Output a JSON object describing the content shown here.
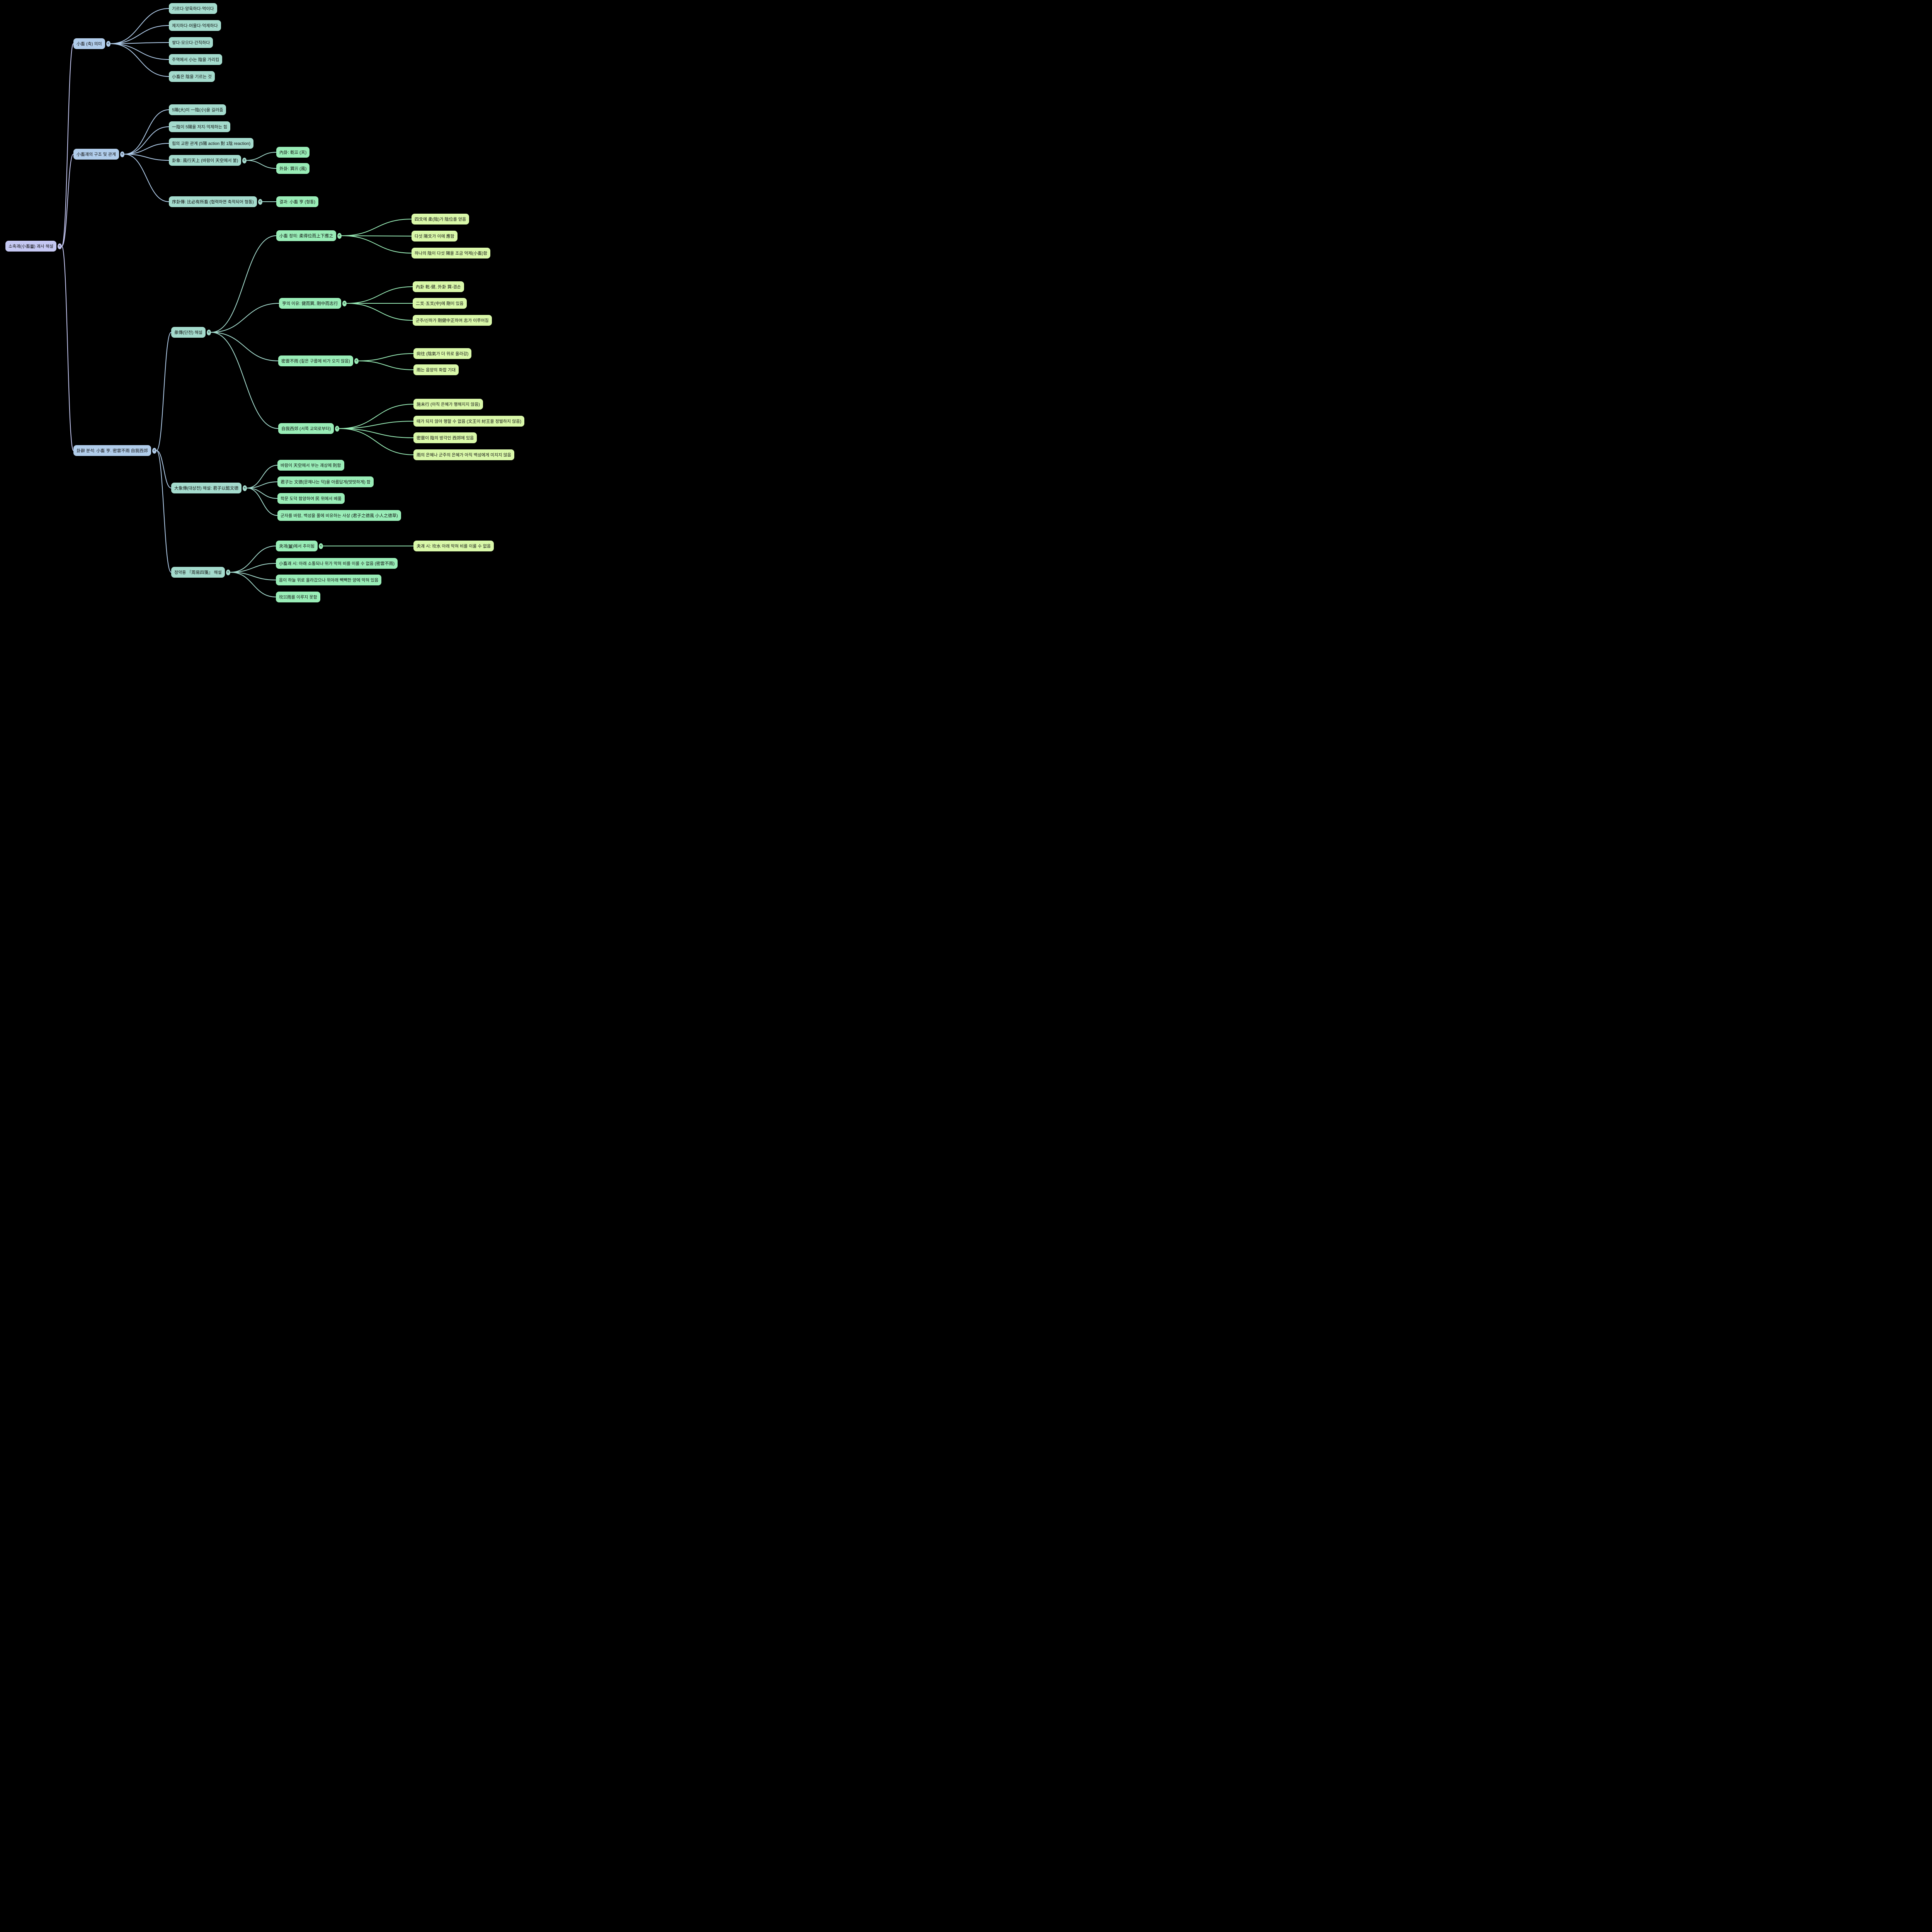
{
  "toggle_glyph": "<",
  "colors": {
    "background": "#000000",
    "text": "#111111",
    "d0": "#c5c8f3",
    "d1": "#b1cdeb",
    "d2": "#a4dbcd",
    "d3": "#99edb7",
    "d4": "#d9f8a9"
  },
  "tree": {
    "label": "소축괘(小畜䷈) 괘사 해설",
    "children": [
      {
        "label": "小畜 (축) 의미",
        "children": [
          {
            "label": "기르다·양육하다·먹이다"
          },
          {
            "label": "제지하다·머물다·억제하다"
          },
          {
            "label": "쌓다·모으다·간직하다"
          },
          {
            "label": "주역에서 小는 陰을 가리킴"
          },
          {
            "label": "小畜은 陰을 기르는 것"
          }
        ]
      },
      {
        "label": "小畜괘의 구조 및 관계",
        "children": [
          {
            "label": "5陽(大)이 一陰(小)을 길러줌"
          },
          {
            "label": "一陰이 5陽을 저지·억제하는 힘"
          },
          {
            "label": "힘의 교환 관계 (5陽 action 對 1陰 reaction)"
          },
          {
            "label": "卦象: 風行天上 (바람이 天空에서 붊)",
            "children": [
              {
                "label": "內卦: 乾☰ (天)"
              },
              {
                "label": "外卦: 巽☴ (風)"
              }
            ]
          },
          {
            "label": "序卦傳: 比必有所畜 (협력하면 축적되어 형통)",
            "children": [
              {
                "label": "결과: 小畜 亨 (형통)"
              }
            ]
          }
        ]
      },
      {
        "label": "卦辭 분석: 小畜 亨. 密雲不雨 自我西郊",
        "children": [
          {
            "label": "彖傳(단전) 해설",
            "children": [
              {
                "label": "小畜 정의: 柔得位而上下應之",
                "children": [
                  {
                    "label": "四爻에 柔(陰)가 陰位를 얻음"
                  },
                  {
                    "label": "다섯 陽爻가 이에 應함"
                  },
                  {
                    "label": "하나의 陰이 다섯 陽을 조금 억제(小畜)함"
                  }
                ]
              },
              {
                "label": "亨의 이유: 健而巽, 剛中而志行",
                "children": [
                  {
                    "label": "內卦 乾-健, 外卦 巽-겸손"
                  },
                  {
                    "label": "二爻·五爻(中)에 剛이 있음"
                  },
                  {
                    "label": "군주/신하가 剛健中正하여 志가 이루어짐"
                  }
                ]
              },
              {
                "label": "密雲不雨 (짙은 구름에 비가 오지 않음)",
                "children": [
                  {
                    "label": "尙往 (陰氣가 더 위로 올라감)"
                  },
                  {
                    "label": "雨는 음양의 화합 기대"
                  }
                ]
              },
              {
                "label": "自我西郊 (서쪽 교외로부터)",
                "children": [
                  {
                    "label": "施未行 (아직 은혜가 행해지지 않음)"
                  },
                  {
                    "label": "때가 되지 않아 행할 수 없음 (文王이 紂王을 정벌하지 않음)"
                  },
                  {
                    "label": "密雲이 陰의 방각인 西郊에 있음"
                  },
                  {
                    "label": "雨의 은혜나 군주의 은혜가 아직 백성에게 미치지 않음"
                  }
                ]
              }
            ]
          },
          {
            "label": "大象傳(대상전) 해설: 君子以懿文德",
            "children": [
              {
                "label": "바람이 天空에서 부는 괘상에 則함"
              },
              {
                "label": "君子는 文德(문채나는 덕)을 아름답게(떳떳하게) 함"
              },
              {
                "label": "학문 도덕 함양하여 民 위에서 베풂"
              },
              {
                "label": "군자를 바람, 백성을 풀에 비유하는 사상 (君子之德風 小人之德草)"
              }
            ]
          },
          {
            "label": "정약용 『周易四箋』 해설",
            "children": [
              {
                "label": "夬괘(䷪)에서 추이됨",
                "children": [
                  {
                    "label": "夬괘 시: 坎水 아래 막혀 비를 이룰 수 없음"
                  }
                ]
              },
              {
                "label": "小畜괘 시: 아래 소통되나 위가 막혀 비를 이룰 수 없음 (密雲不雨)"
              },
              {
                "label": "음이 하늘 위로 올라갔으나 위아래 빽빽한 양에 막혀 있음"
              },
              {
                "label": "坎☵雨를 이루지 못함"
              }
            ]
          }
        ]
      }
    ]
  }
}
